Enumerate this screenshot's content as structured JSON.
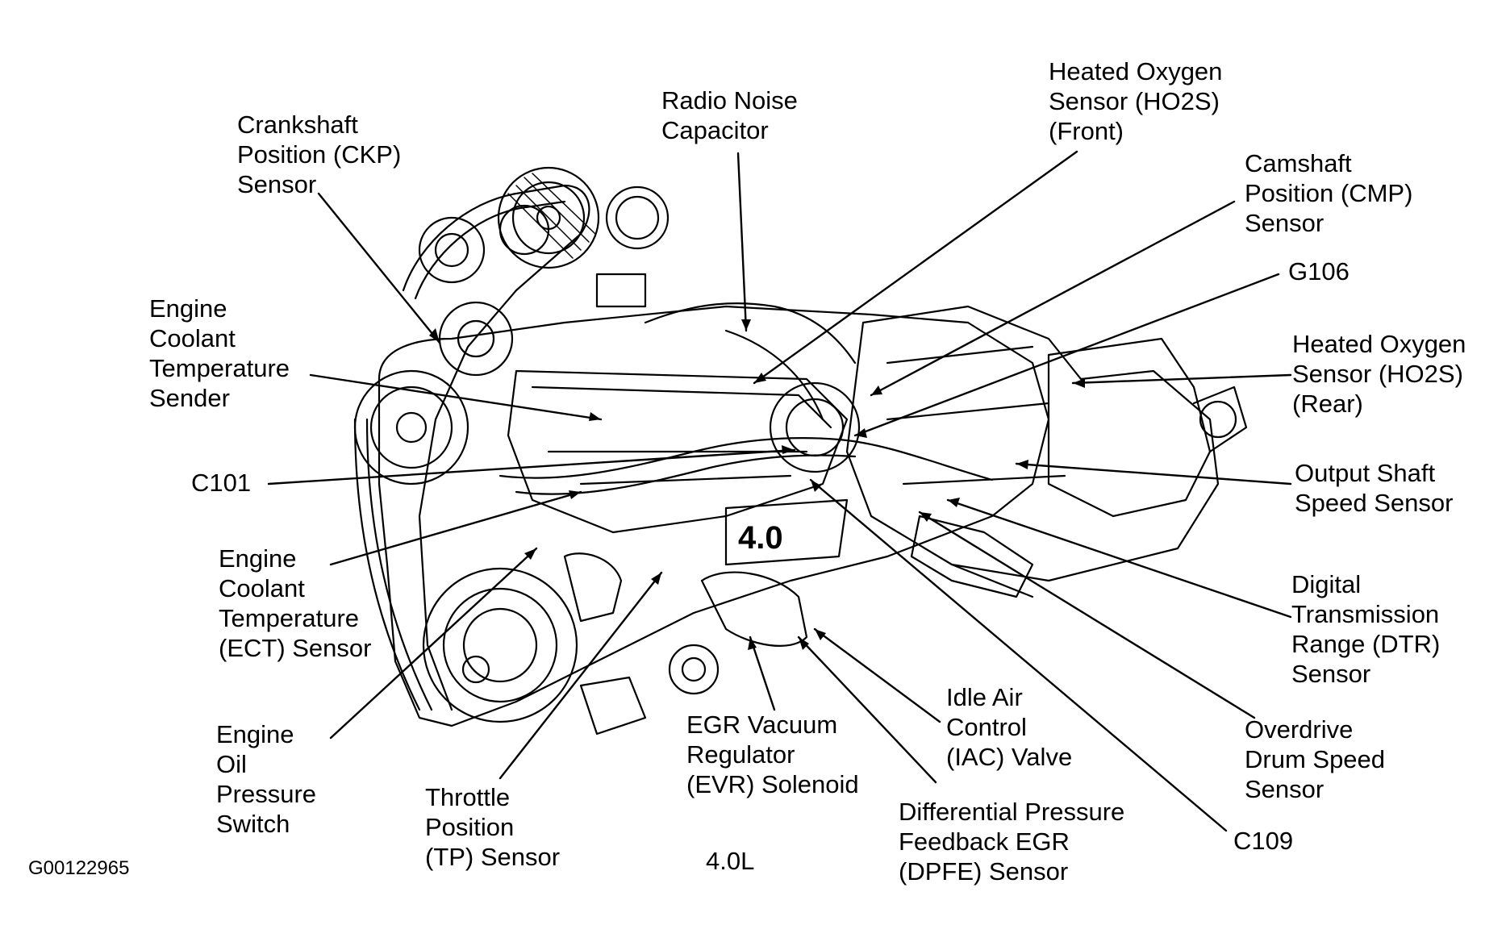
{
  "figure_id": "G00122965",
  "engine": "4.0L",
  "callouts": {
    "ckp": [
      "Crankshaft",
      "Position (CKP)",
      "Sensor"
    ],
    "radio": [
      "Radio Noise",
      "Capacitor"
    ],
    "ho2s_front": [
      "Heated Oxygen",
      "Sensor (HO2S)",
      "(Front)"
    ],
    "cmp": [
      "Camshaft",
      "Position (CMP)",
      "Sensor"
    ],
    "g106": [
      "G106"
    ],
    "ho2s_rear": [
      "Heated Oxygen",
      "Sensor (HO2S)",
      "(Rear)"
    ],
    "ect_sender": [
      "Engine",
      "Coolant",
      "Temperature",
      "Sender"
    ],
    "c101": [
      "C101"
    ],
    "oss": [
      "Output Shaft",
      "Speed Sensor"
    ],
    "ect_sensor": [
      "Engine",
      "Coolant",
      "Temperature",
      "(ECT) Sensor"
    ],
    "dtr": [
      "Digital",
      "Transmission",
      "Range (DTR)",
      "Sensor"
    ],
    "oil": [
      "Engine",
      "Oil",
      "Pressure",
      "Switch"
    ],
    "iac": [
      "Idle Air",
      "Control",
      "(IAC) Valve"
    ],
    "odss": [
      "Overdrive",
      "Drum Speed",
      "Sensor"
    ],
    "tp": [
      "Throttle",
      "Position",
      "(TP) Sensor"
    ],
    "evr": [
      "EGR Vacuum",
      "Regulator",
      "(EVR) Solenoid"
    ],
    "dpfe": [
      "Differential Pressure",
      "Feedback EGR",
      "(DPFE) Sensor"
    ],
    "c109": [
      "C109"
    ]
  }
}
